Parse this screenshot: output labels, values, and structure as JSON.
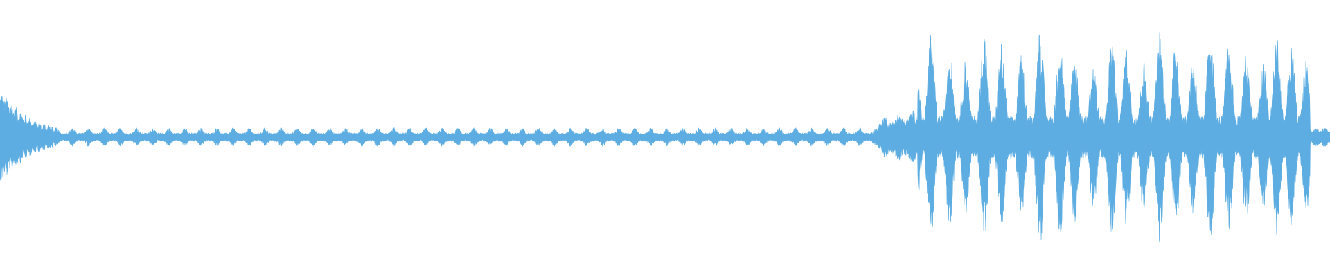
{
  "waveform": {
    "color": "#5dade2",
    "background": "#ffffff",
    "center_line": 0.5,
    "segments": [
      {
        "from": 0.0,
        "to": 0.04,
        "env": 0.2,
        "kind": "intro"
      },
      {
        "from": 0.04,
        "to": 0.66,
        "env": 0.06,
        "kind": "quiet-pulses"
      },
      {
        "from": 0.66,
        "to": 0.985,
        "env": 0.55,
        "kind": "loud-bursts"
      },
      {
        "from": 0.985,
        "to": 1.0,
        "env": 0.06,
        "kind": "tail"
      }
    ],
    "burst_peaks": [
      0.689,
      0.7,
      0.714,
      0.726,
      0.74,
      0.753,
      0.768,
      0.782,
      0.797,
      0.808,
      0.822,
      0.836,
      0.847,
      0.86,
      0.872,
      0.884,
      0.897,
      0.91,
      0.924,
      0.937,
      0.95,
      0.96,
      0.971,
      0.982
    ]
  }
}
